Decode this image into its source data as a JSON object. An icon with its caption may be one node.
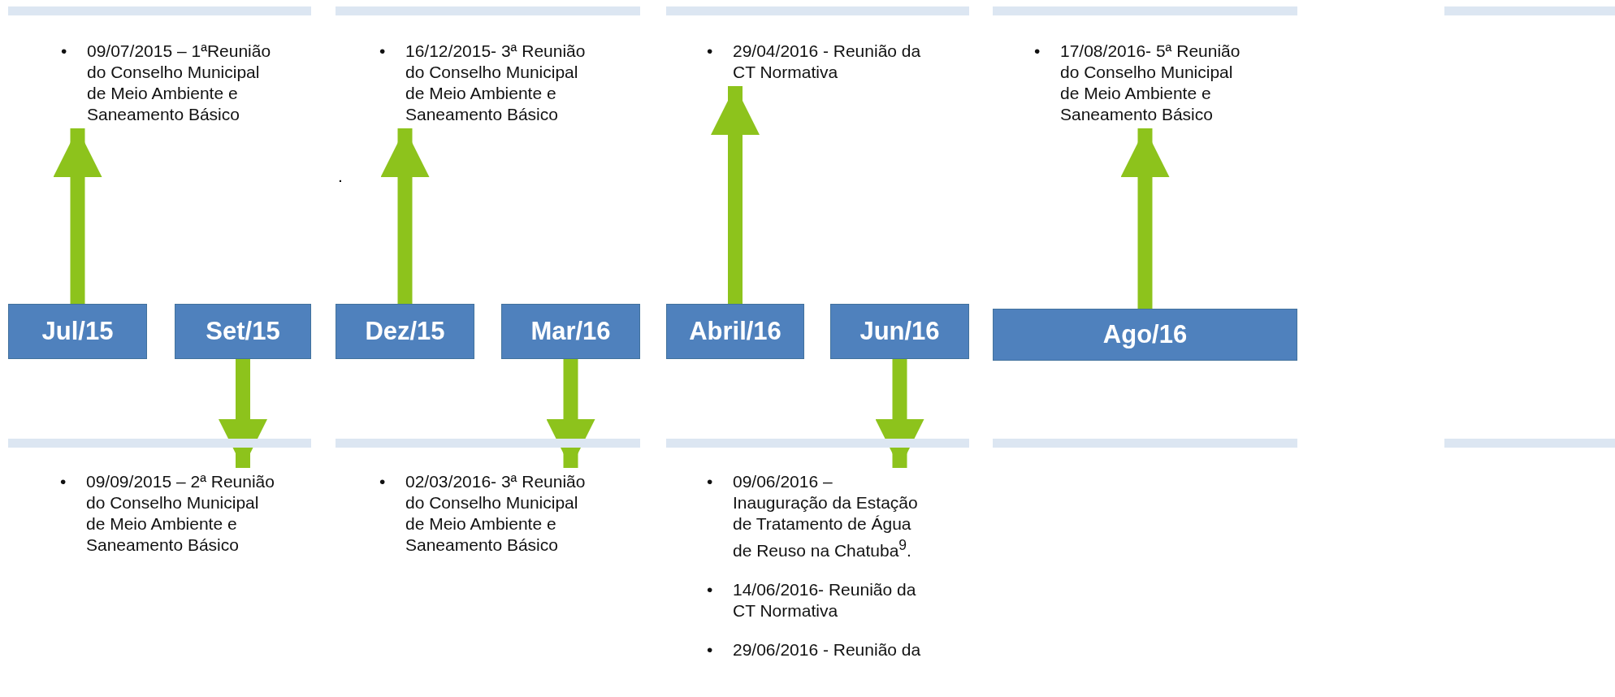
{
  "diagram": {
    "nodes": [
      {
        "text": [
          "•",
          "09/07/2015 – 1ªReunião do Conselho Municipal de Meio Ambiente e Saneamento Básico"
        ]
      },
      {
        "text": [
          "•",
          "16/12/2015- 3ª Reunião do Conselho Municipal de Meio Ambiente e Saneamento Básico"
        ]
      },
      {
        "text": [
          "•",
          "29/04/2016 - Reunião da CT Normativa"
        ]
      },
      {
        "text": [
          "•",
          "17/08/2016- 5ª Reunião do Conselho Municipal de Meio Ambiente e Saneamento Básico"
        ]
      },
      {
        "text": [
          "Jul/15"
        ]
      },
      {
        "text": [
          "Set/15"
        ]
      },
      {
        "text": [
          "Dez/15"
        ]
      },
      {
        "text": [
          "Mar/16"
        ]
      },
      {
        "text": [
          "Abril/16"
        ]
      },
      {
        "text": [
          "Jun/16"
        ]
      },
      {
        "text": [
          "Ago/16"
        ]
      },
      {
        "text": [
          "•",
          "09/09/2015 – 2ª Reunião do Conselho Municipal de Meio Ambiente e Saneamento Básico"
        ]
      },
      {
        "text": [
          "•",
          "02/03/2016- 3ª Reunião do Conselho Municipal de Meio Ambiente e Saneamento Básico"
        ]
      },
      {
        "text": [
          "•",
          "09/06/2016 – Inauguração da Estação de Tratamento de Água de Reuso na Chatuba$^{9}$.",
          "•",
          "14/06/2016- Reunião da CT Normativa",
          "•",
          "29/06/2016 - Reunião da"
        ]
      }
    ],
    "edges": [
      {
        "from": 4,
        "to": 0,
        "arrow": "to"
      },
      {
        "from": 6,
        "to": 1,
        "arrow": "to"
      },
      {
        "from": 8,
        "to": 2,
        "arrow": "to"
      },
      {
        "from": 10,
        "to": 3,
        "arrow": "to"
      },
      {
        "from": 5,
        "to": 11,
        "arrow": "to"
      },
      {
        "from": 7,
        "to": 12,
        "arrow": "to"
      },
      {
        "from": 9,
        "to": 13,
        "arrow": "to"
      }
    ],
    "labels": [
      "."
    ]
  }
}
